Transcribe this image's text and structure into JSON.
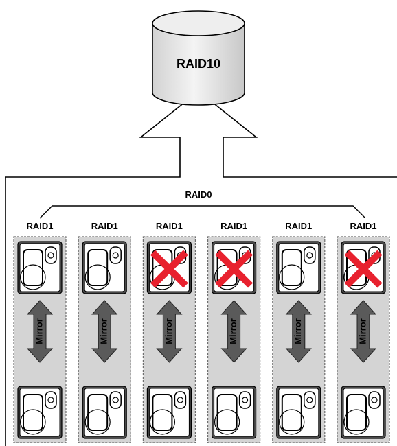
{
  "top_volume": {
    "label": "RAID10"
  },
  "stripe": {
    "label": "RAID0"
  },
  "colors": {
    "group_fill": "#d4d4d4",
    "group_border": "#6e6e6e",
    "failed_mark": "#e8212e",
    "arrow_fill": "#5a5a5a",
    "cylinder_fill": "#e6e6e6"
  },
  "groups": [
    {
      "label": "RAID1",
      "mirror_label": "Mirror",
      "top_disk_failed": false,
      "bottom_disk_failed": false
    },
    {
      "label": "RAID1",
      "mirror_label": "Mirror",
      "top_disk_failed": false,
      "bottom_disk_failed": false
    },
    {
      "label": "RAID1",
      "mirror_label": "Mirror",
      "top_disk_failed": true,
      "bottom_disk_failed": false
    },
    {
      "label": "RAID1",
      "mirror_label": "Mirror",
      "top_disk_failed": true,
      "bottom_disk_failed": false
    },
    {
      "label": "RAID1",
      "mirror_label": "Mirror",
      "top_disk_failed": false,
      "bottom_disk_failed": false
    },
    {
      "label": "RAID1",
      "mirror_label": "Mirror",
      "top_disk_failed": true,
      "bottom_disk_failed": false
    }
  ]
}
